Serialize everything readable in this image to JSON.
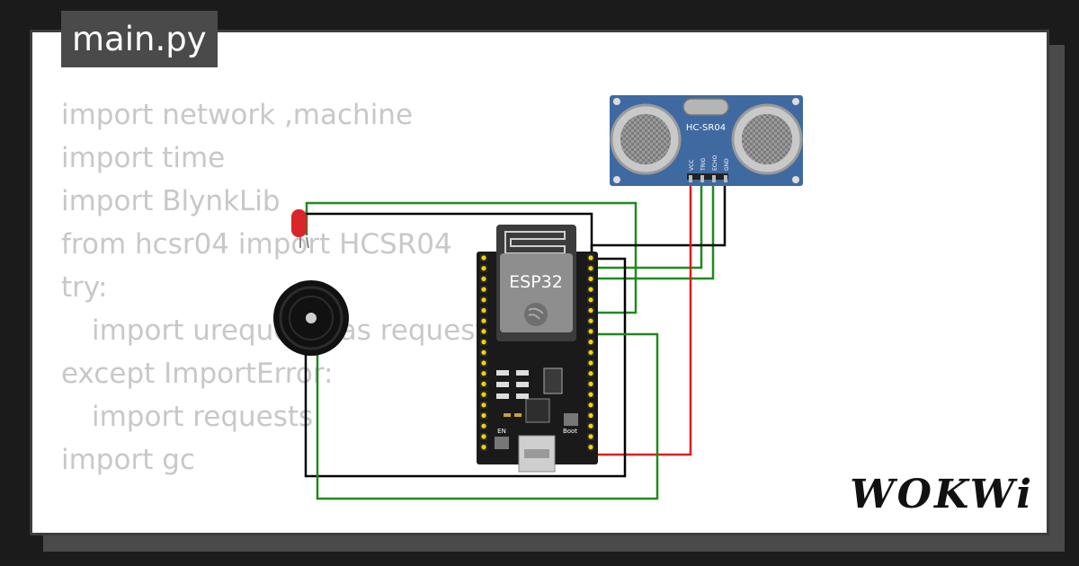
{
  "header": {
    "filename": "main.py"
  },
  "code_lines": [
    "import network ,machine",
    "import time",
    "import BlynkLib",
    "from hcsr04 import HCSR04",
    "try:",
    "import urequests as requests",
    "except ImportError:",
    "import requests",
    "import gc"
  ],
  "code_indent": [
    false,
    false,
    false,
    false,
    false,
    true,
    false,
    true,
    false
  ],
  "board": {
    "label": "ESP32",
    "boot_label": "Boot",
    "en_label": "EN",
    "color": "#1a1a1a"
  },
  "sensor": {
    "label": "HC-SR04",
    "pins": [
      "VCC",
      "TRIG",
      "ECHO",
      "GND"
    ],
    "color": "#3f6aa1"
  },
  "components": {
    "led_color": "#d8262a",
    "buzzer_color": "#111111"
  },
  "wire_colors": {
    "green": "#1e8a1e",
    "red": "#e11b1b",
    "black": "#000000"
  },
  "brand": {
    "logo": "WOKWi"
  }
}
